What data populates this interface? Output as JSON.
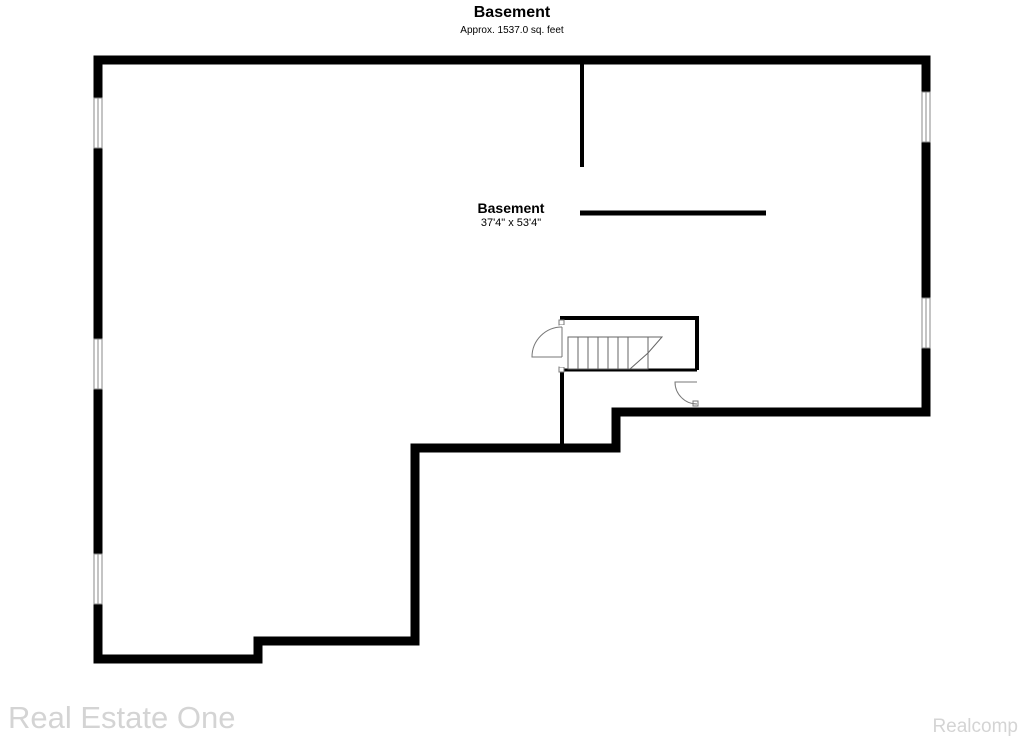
{
  "floor": {
    "title": "Basement",
    "area": "Approx. 1537.0 sq. feet"
  },
  "room": {
    "name": "Basement",
    "dimensions": "37'4\" x 53'4\""
  },
  "watermarks": {
    "left": "Real Estate One",
    "right": "Realcomp"
  },
  "colors": {
    "wall": "#000000",
    "watermark": "#d4d4d4",
    "fixture": "#888888"
  }
}
